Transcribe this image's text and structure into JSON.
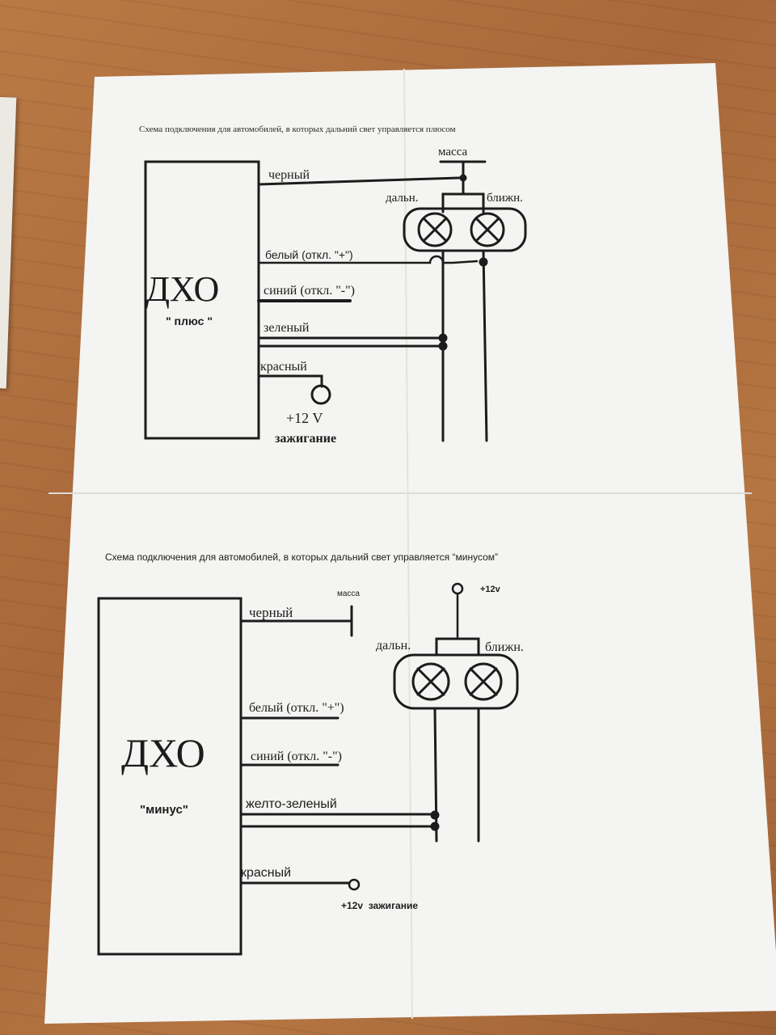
{
  "top_diagram": {
    "title": "Схема подключения для автомобилей, в которых дальний свет управляется плюсом",
    "module_name": "ДХО",
    "module_type": "\" плюс \"",
    "ground_label": "масса",
    "high_beam_label": "дальн.",
    "low_beam_label": "ближн.",
    "wires": {
      "black": "черный",
      "white": "белый (откл. \"+\")",
      "blue": "синий (откл. \"-\")",
      "green": "зеленый",
      "red": "красный"
    },
    "power_label": "+12 V",
    "ignition_label": "зажигание"
  },
  "bottom_diagram": {
    "title": "Схема подключения для автомобилей, в которых дальний свет управляется “минусом”",
    "module_name": "ДХО",
    "module_type": "\"минус\"",
    "ground_label": "масса",
    "plus12_label": "+12v",
    "high_beam_label": "дальн.",
    "low_beam_label": "ближн.",
    "wires": {
      "black": "черный",
      "white": "белый (откл. \"+\")",
      "blue": "синий (откл. \"-\")",
      "yellow_green": "желто-зеленый",
      "red": "красный"
    },
    "ignition_label": "+12v  зажигание"
  },
  "colors": {
    "paper": "#f4f4f2",
    "ink": "#1c1c1c",
    "table": "#b07240"
  }
}
